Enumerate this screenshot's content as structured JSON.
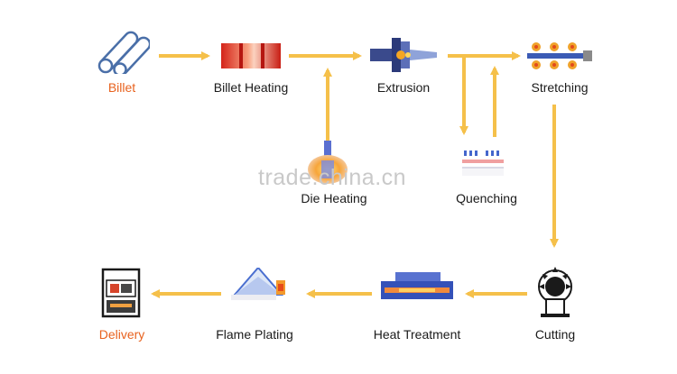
{
  "colors": {
    "arrow": "#f5c04a",
    "accent_label": "#e8621e",
    "text": "#1a1a1a",
    "watermark": "#c9c9c9"
  },
  "steps": [
    {
      "label": "Billet",
      "icon": "billet-icon",
      "accent": true
    },
    {
      "label": "Billet Heating",
      "icon": "heating-icon",
      "accent": false
    },
    {
      "label": "Extrusion",
      "icon": "extrusion-icon",
      "accent": false
    },
    {
      "label": "Stretching",
      "icon": "stretching-icon",
      "accent": false
    },
    {
      "label": "Die Heating",
      "icon": "die-heating-icon",
      "accent": false
    },
    {
      "label": "Quenching",
      "icon": "quenching-icon",
      "accent": false
    },
    {
      "label": "Cutting",
      "icon": "cutting-icon",
      "accent": false
    },
    {
      "label": "Heat Treatment",
      "icon": "heat-treatment-icon",
      "accent": false
    },
    {
      "label": "Flame Plating",
      "icon": "flame-plating-icon",
      "accent": false
    },
    {
      "label": "Delivery",
      "icon": "delivery-icon",
      "accent": true
    }
  ],
  "watermark": "trade.china.cn"
}
